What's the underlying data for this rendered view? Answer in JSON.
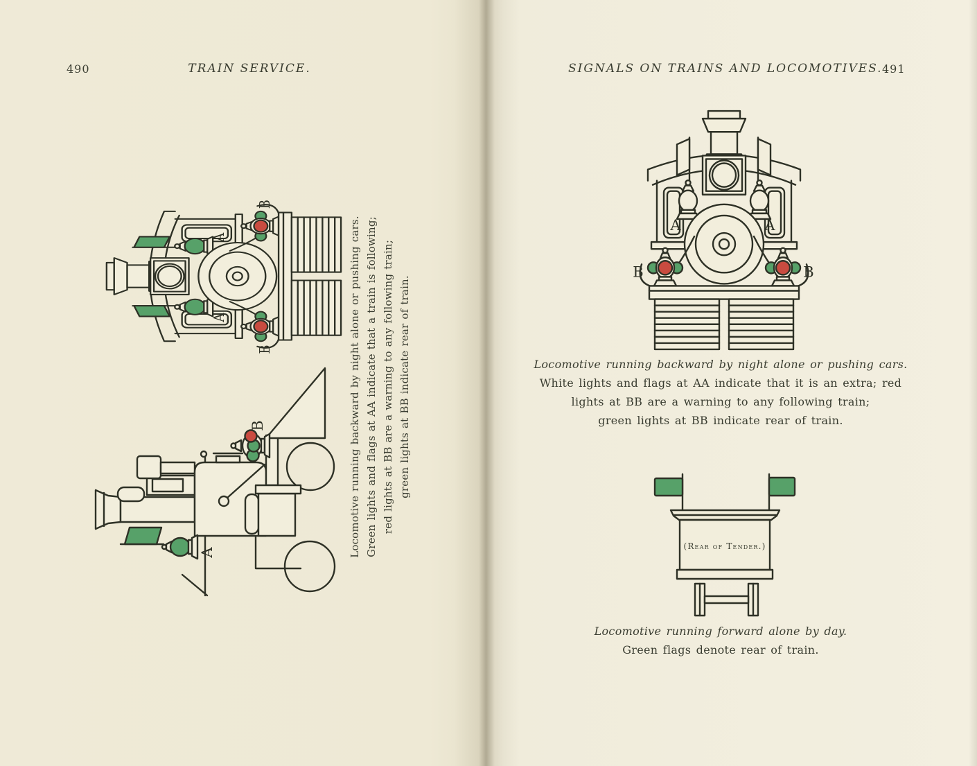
{
  "colors": {
    "paper": "#f2eedc",
    "ink": "#2e3126",
    "green": "#57a169",
    "red": "#c94b40",
    "caption": "#3a3d31"
  },
  "left_page": {
    "page_number": "490",
    "running_head": "TRAIN SERVICE.",
    "vertical_caption": {
      "line1": "Locomotive running backward by night alone or pushing cars.",
      "line2": "Green lights and flags at AA indicate that a train is following;",
      "line3": "red lights at BB are a warning to any following train;",
      "line4": "green lights at BB indicate rear of train."
    },
    "figure_front_labels": {
      "a": "A",
      "b": "B"
    },
    "figure_side_labels": {
      "a": "A",
      "b": "B"
    }
  },
  "right_page": {
    "running_head": "SIGNALS ON TRAINS AND LOCOMOTIVES.",
    "page_number": "491",
    "figure_front_labels": {
      "a": "A",
      "b": "B"
    },
    "caption_backward": {
      "line1": "Locomotive running backward by night alone or pushing cars.",
      "line2": "White lights and flags at AA indicate that it is an extra; red",
      "line3": "lights at BB are a warning to any following train;",
      "line4": "green lights at BB indicate rear of train."
    },
    "tender_plate": "(Rear of Tender.)",
    "caption_forward": {
      "line1": "Locomotive running forward alone by day.",
      "line2": "Green flags denote rear of train."
    }
  }
}
